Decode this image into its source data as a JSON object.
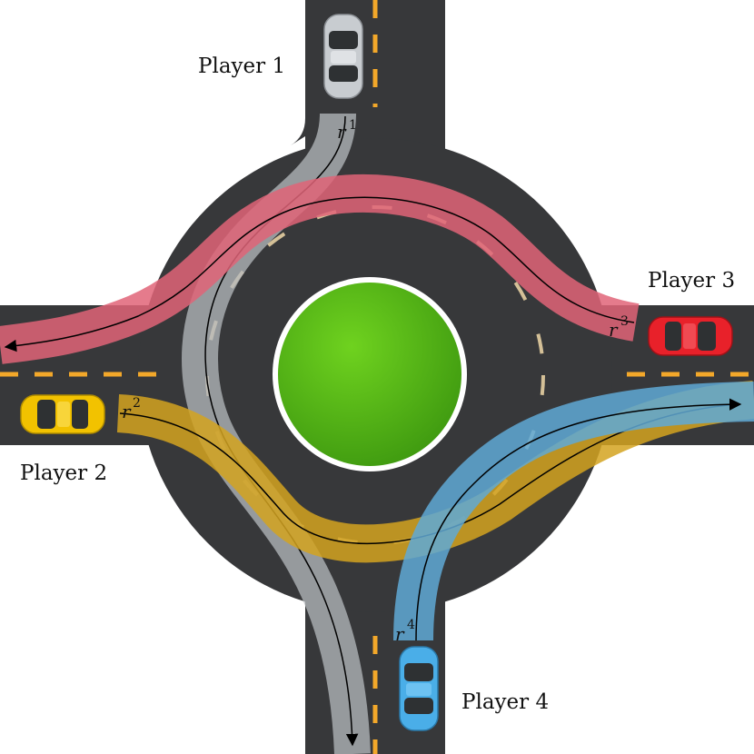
{
  "players": [
    {
      "id": 1,
      "label": "Player 1",
      "route_label": "r",
      "route_index": "1",
      "car_color": "#c8ccd0",
      "route_color": "#a8acb0"
    },
    {
      "id": 2,
      "label": "Player 2",
      "route_label": "r",
      "route_index": "2",
      "car_color": "#f2c200",
      "route_color": "#d4a320"
    },
    {
      "id": 3,
      "label": "Player 3",
      "route_label": "r",
      "route_index": "3",
      "car_color": "#e8212a",
      "route_color": "#e06478"
    },
    {
      "id": 4,
      "label": "Player 4",
      "route_label": "r",
      "route_index": "4",
      "car_color": "#4aaee8",
      "route_color": "#5fa9d6"
    }
  ],
  "colors": {
    "road": "#37383a",
    "road_edge": "#ffffff",
    "lane_marking": "#f3a82a",
    "island": "#57b51a"
  }
}
